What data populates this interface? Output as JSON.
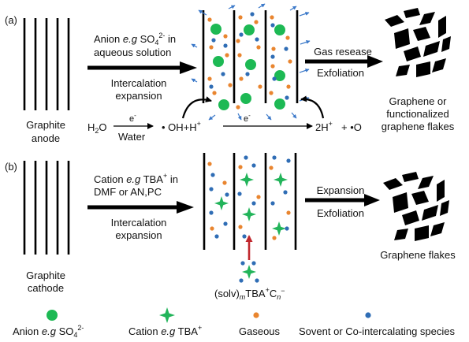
{
  "colors": {
    "anion": "#1db954",
    "cation": "#22b45a",
    "gaseous": "#e9852f",
    "solvent": "#2f6db5",
    "arrow_blue": "#3a78c9",
    "arrow_red": "#c0272d",
    "line": "#000000"
  },
  "panel_a": {
    "label": "(a)",
    "graphite_label": [
      "Graphite",
      "anode"
    ],
    "reagent_line1_prefix": "Anion ",
    "reagent_line1_eg": "e.g",
    "reagent_line1_ion": " SO",
    "reagent_line1_sub": "4",
    "reagent_line1_sup": "2-",
    "reagent_line1_suffix": " in",
    "reagent_line2": "aqueous solution",
    "process": [
      "Intercalation",
      "expansion"
    ],
    "step2_top": "Gas resease",
    "step2_bottom": "Exfoliation",
    "product": [
      "Graphene or",
      "functionalized",
      "graphene flakes"
    ],
    "reaction": {
      "h2o": "H",
      "h2o_sub": "2",
      "h2o_tail": "O",
      "e1": "e",
      "e1_sup": "-",
      "water": "Water",
      "oh_h": "• OH+H",
      "oh_h_sup": "+",
      "e2": "e",
      "e2_sup": "-",
      "twoh": "2H",
      "twoh_sup": "+",
      "plus_o": "+ •O"
    }
  },
  "panel_b": {
    "label": "(b)",
    "graphite_label": [
      "Graphite",
      "cathode"
    ],
    "reagent_line1_prefix": "Cation ",
    "reagent_line1_eg": "e.g",
    "reagent_line1_ion": " TBA",
    "reagent_line1_sup": "+",
    "reagent_line1_suffix": " in",
    "reagent_line2": "DMF or AN,PC",
    "process": [
      "Intercalation",
      "expansion"
    ],
    "step2_top": "Expansion",
    "step2_bottom": "Exfoliation",
    "product": "Graphene flakes",
    "formula": {
      "a": "(solv)",
      "a_sub": "m",
      "b": "TBA",
      "b_sup": "+",
      "c": "C",
      "c_sub": "n",
      "c_sup": "−"
    }
  },
  "legend": {
    "anion_prefix": "Anion ",
    "anion_eg": "e.g",
    "anion_ion": " SO",
    "anion_sub": "4",
    "anion_sup": "2-",
    "cation_prefix": "Cation ",
    "cation_eg": "e.g",
    "cation_ion": " TBA",
    "cation_sup": "+",
    "gaseous": "Gaseous",
    "solvent": "Sovent or Co-intercalating species"
  }
}
